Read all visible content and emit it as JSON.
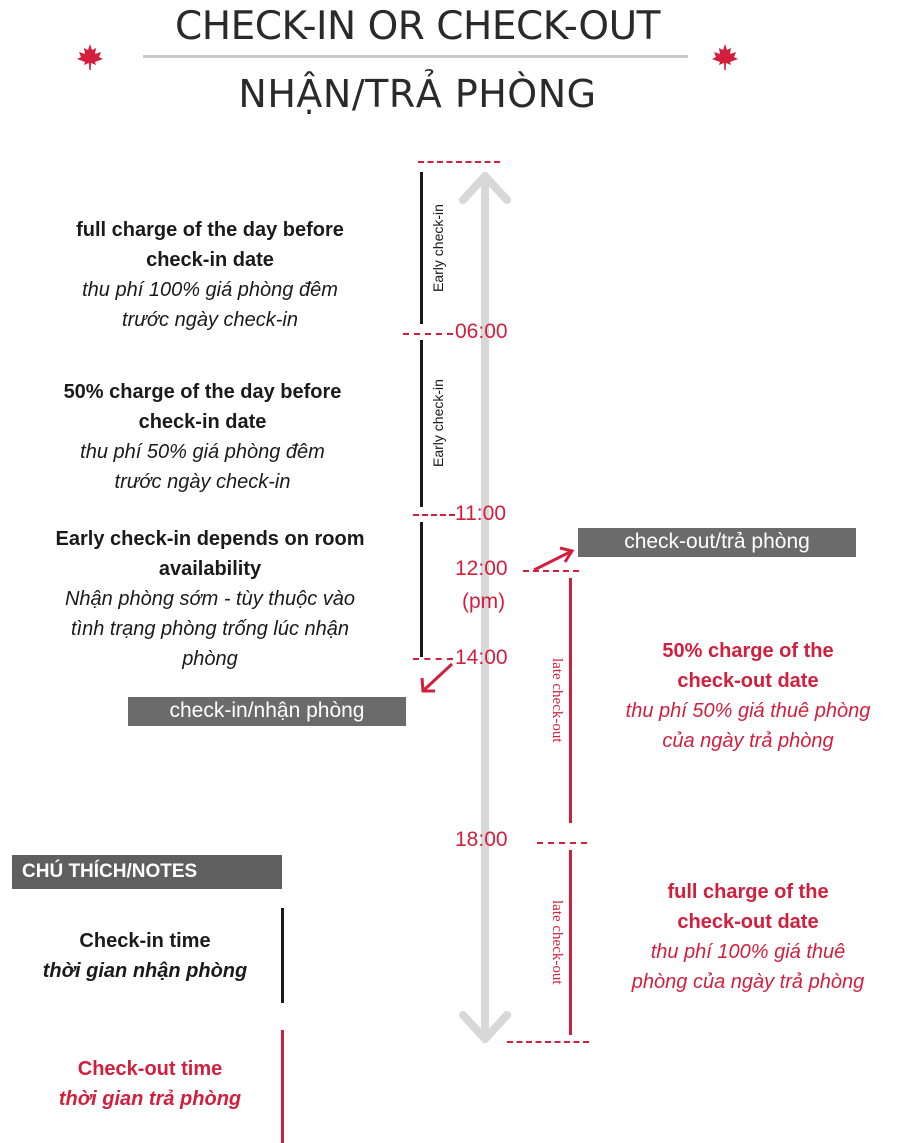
{
  "title": {
    "line1": "CHECK-IN OR CHECK-OUT",
    "line2": "NHẬN/TRẢ PHÒNG",
    "icon_left": "maple-leaf-icon",
    "icon_right": "maple-leaf-icon"
  },
  "colors": {
    "accent": "#d11f3d",
    "dark": "#1a1a1a",
    "box": "#6b6b6b",
    "axis": "#d8d8d8"
  },
  "times": {
    "t0600": "06:00",
    "t1100": "11:00",
    "t1200": "12:00",
    "pm": "(pm)",
    "t1400": "14:00",
    "t1800": "18:00"
  },
  "side_labels": {
    "early1": "Early check-in",
    "early2": "Early check-in",
    "late1": "late check-out",
    "late2": "late check-out"
  },
  "left_blocks": [
    {
      "en": [
        "full charge of the day before",
        "check-in date"
      ],
      "vi": [
        "thu phí 100% giá phòng đêm",
        "trước ngày check-in"
      ]
    },
    {
      "en": [
        "50% charge of the day before",
        "check-in date"
      ],
      "vi": [
        "thu phí 50% giá phòng đêm",
        "trước ngày check-in"
      ]
    },
    {
      "en": [
        "Early check-in depends on room",
        "availability"
      ],
      "vi": [
        "Nhận phòng sớm - tùy thuộc vào",
        "tình trạng phòng trống lúc nhận",
        "phòng"
      ]
    }
  ],
  "right_blocks": [
    {
      "en": [
        "50% charge of the",
        "check-out date"
      ],
      "vi": [
        "thu phí 50% giá thuê phòng",
        "của ngày trả phòng"
      ]
    },
    {
      "en": [
        "full charge of the",
        "check-out date"
      ],
      "vi": [
        "thu phí 100% giá thuê",
        "phòng của ngày trả phòng"
      ]
    }
  ],
  "boxes": {
    "checkout": "check-out/trả phòng",
    "checkin": "check-in/nhận phòng",
    "notes": "CHÚ THÍCH/NOTES"
  },
  "notes": {
    "checkin_en": "Check-in time",
    "checkin_vi": "thời gian nhận phòng",
    "checkout_en": "Check-out time",
    "checkout_vi": "thời gian trả phòng"
  }
}
